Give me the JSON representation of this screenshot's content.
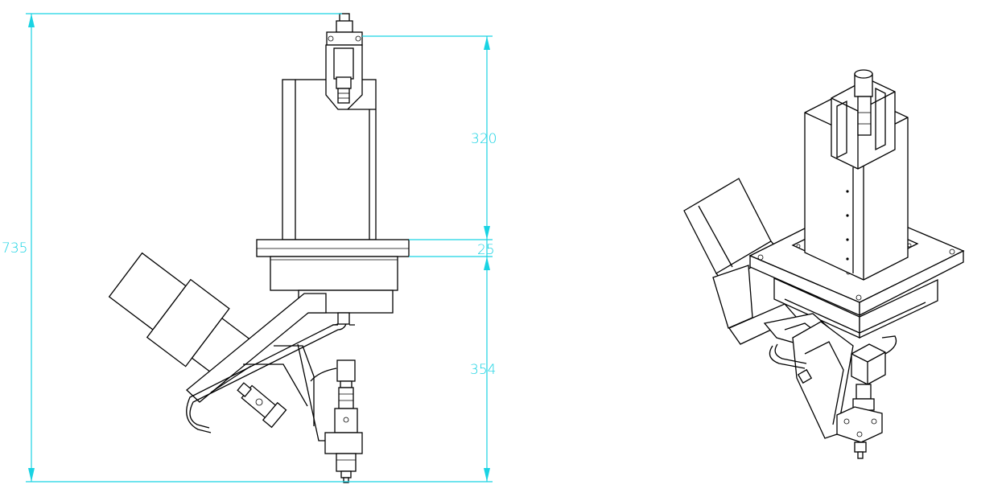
{
  "dimensions": {
    "overall_height": "735",
    "upper_column": "320",
    "flange": "25",
    "lower_assembly": "354"
  },
  "colors": {
    "dimension_line": "#19d3e3",
    "drawing_line": "#000000",
    "background": "#ffffff"
  }
}
